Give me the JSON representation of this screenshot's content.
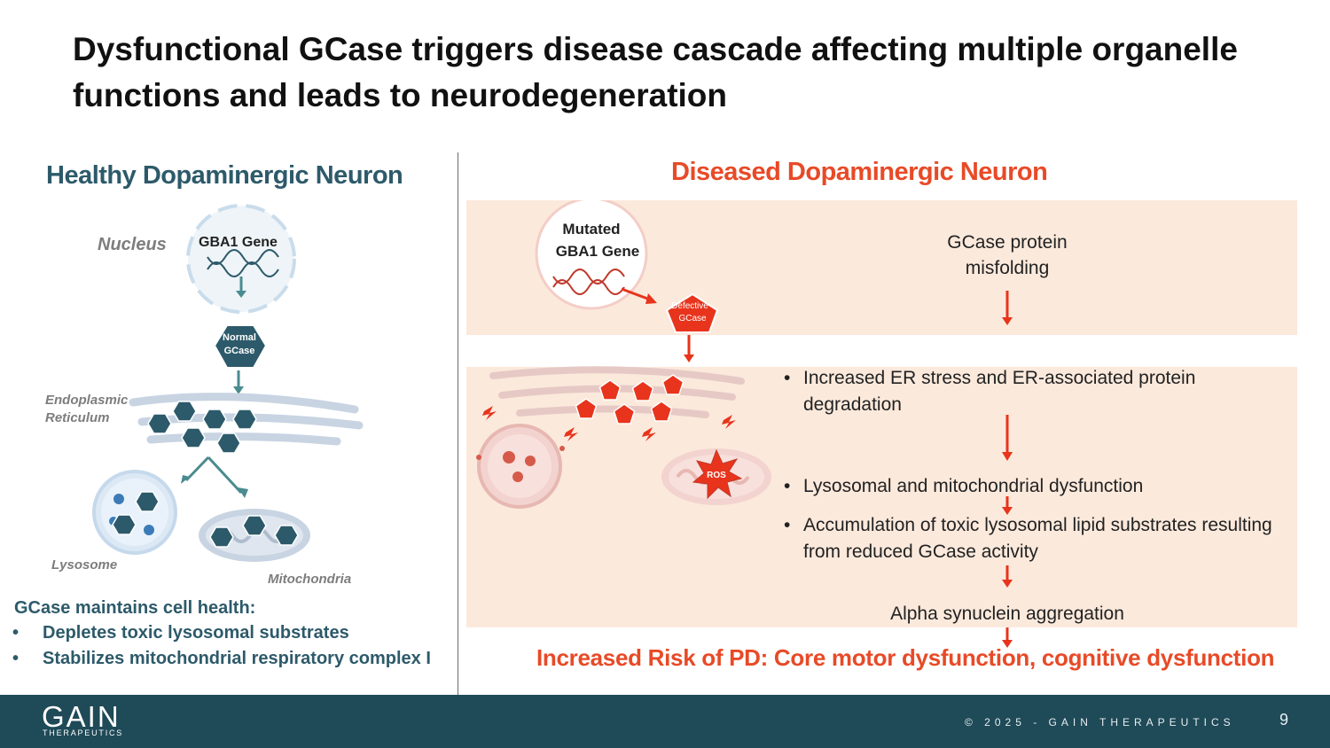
{
  "title": "Dysfunctional GCase triggers disease cascade affecting multiple organelle functions and leads to neurodegeneration",
  "healthy": {
    "heading": "Healthy Dopaminergic Neuron",
    "nucleus_label": "Nucleus",
    "gene_label": "GBA1 Gene",
    "protein_label_line1": "Normal",
    "protein_label_line2": "GCase",
    "er_label_line1": "Endoplasmic",
    "er_label_line2": "Reticulum",
    "lysosome_label": "Lysosome",
    "mitochondria_label": "Mitochondria",
    "maintains_title": "GCase maintains cell health:",
    "maintains_items": [
      "Depletes toxic lysosomal substrates",
      "Stabilizes mitochondrial respiratory complex I"
    ]
  },
  "diseased": {
    "heading": "Diseased Dopaminergic Neuron",
    "gene_label_line1": "Mutated",
    "gene_label_line2": "GBA1 Gene",
    "protein_label_line1": "Defective",
    "protein_label_line2": "GCase",
    "ros_label": "ROS",
    "misfolding_line1": "GCase protein",
    "misfolding_line2": "misfolding",
    "bullets": [
      "Increased ER stress and ER-associated protein degradation",
      "Lysosomal  and mitochondrial dysfunction",
      "Accumulation of toxic lysosomal lipid substrates resulting from reduced GCase activity"
    ],
    "aggregation": "Alpha synuclein aggregation",
    "risk": "Increased Risk of PD: Core motor dysfunction, cognitive dysfunction"
  },
  "footer": {
    "logo": "GAIN",
    "logo_sub": "THERAPEUTICS",
    "copyright": "© 2025 - GAIN THERAPEUTICS",
    "page_number": "9"
  },
  "colors": {
    "teal": "#2d5a6a",
    "accent": "#e84a27",
    "panel": "#fbe9dc",
    "footer": "#1f4a58"
  }
}
